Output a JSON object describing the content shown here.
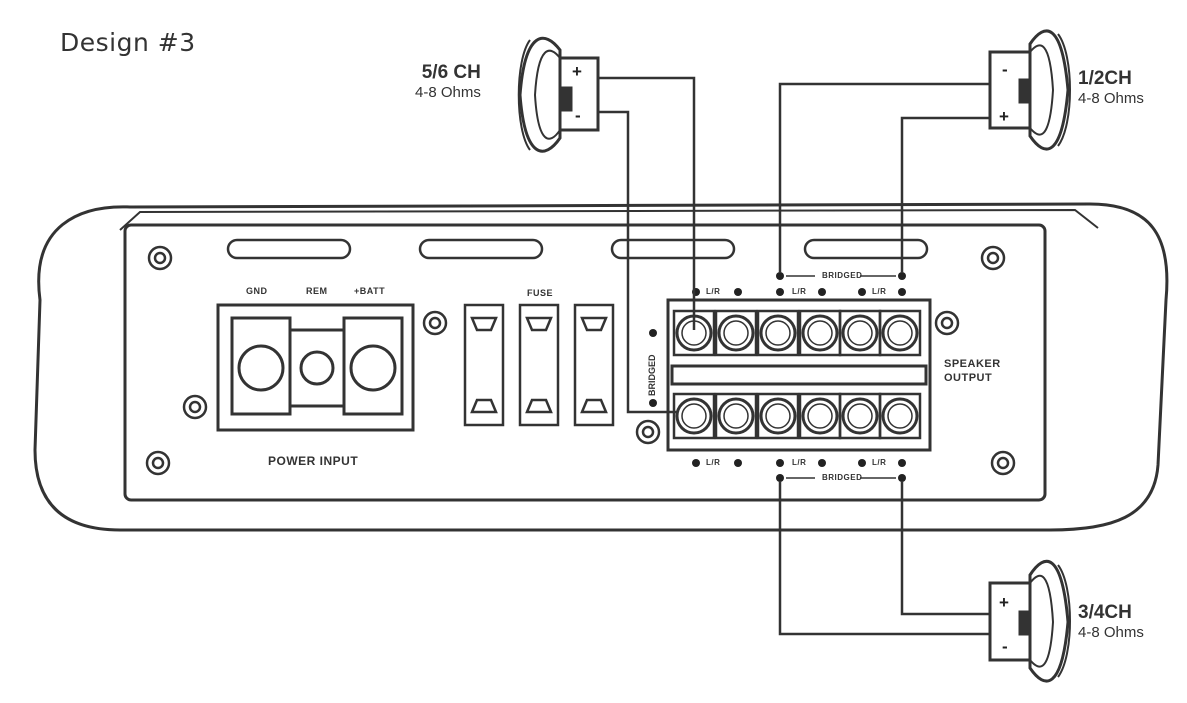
{
  "title": "Design #3",
  "speakers": {
    "ch56": {
      "channel": "5/6 CH",
      "impedance": "4-8 Ohms"
    },
    "ch12": {
      "channel": "1/2CH",
      "impedance": "4-8 Ohms"
    },
    "ch34": {
      "channel": "3/4CH",
      "impedance": "4-8 Ohms"
    }
  },
  "amp": {
    "power_input": "POWER INPUT",
    "power_terminals": [
      "GND",
      "REM",
      "+BATT"
    ],
    "fuse": "FUSE",
    "speaker_output": [
      "SPEAKER",
      "OUTPUT"
    ],
    "bridged": "BRIDGED",
    "top_row": [
      "L/R",
      "L/R",
      "L/R"
    ],
    "bottom_row": [
      "L/R",
      "L/R",
      "L/R"
    ]
  },
  "signs": {
    "plus": "+",
    "minus": "-"
  }
}
